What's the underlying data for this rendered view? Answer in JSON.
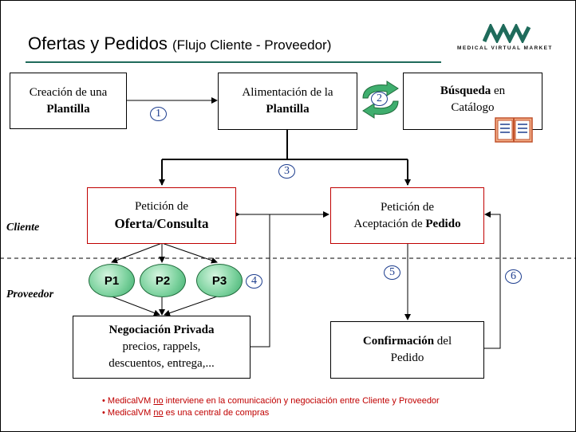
{
  "title": {
    "main": "Ofertas y Pedidos",
    "sub": "(Flujo Cliente - Proveedor)"
  },
  "logo": {
    "text": "MEDICAL VIRTUAL MARKET",
    "mark": "MVM"
  },
  "boxes": {
    "creacion": {
      "line1": "Creación de una",
      "line2": "Plantilla"
    },
    "alimentacion": {
      "line1": "Alimentación de la",
      "line2": "Plantilla"
    },
    "busqueda": {
      "bold": "Búsqueda",
      "rest": " en",
      "line2": "Catálogo"
    },
    "peticion_oferta": {
      "line1": "Petición de",
      "line2": "Oferta/Consulta"
    },
    "peticion_pedido": {
      "line1": "Petición de",
      "line2a": "Aceptación de ",
      "line2b": "Pedido"
    },
    "negociacion": {
      "line1": "Negociación Privada",
      "line2": "precios, rappels,",
      "line3": "descuentos, entrega,..."
    },
    "confirmacion": {
      "bold": "Confirmación",
      "rest": " del",
      "line2": "Pedido"
    }
  },
  "steps": [
    "1",
    "2",
    "3",
    "4",
    "5",
    "6"
  ],
  "roles": {
    "client": "Cliente",
    "provider": "Proveedor"
  },
  "providers": [
    "P1",
    "P2",
    "P3"
  ],
  "notes": [
    {
      "a": "• MedicalVM ",
      "u": "no",
      "b": " interviene en la comunicación y negociación entre Cliente y Proveedor"
    },
    {
      "a": "• MedicalVM ",
      "u": "no",
      "b": " es una central de compras"
    }
  ],
  "colors": {
    "accent_green": "#1f6b5b",
    "red_border": "#c00000",
    "step_blue": "#1f3f8f",
    "provider_green": "#7fd3a0"
  }
}
